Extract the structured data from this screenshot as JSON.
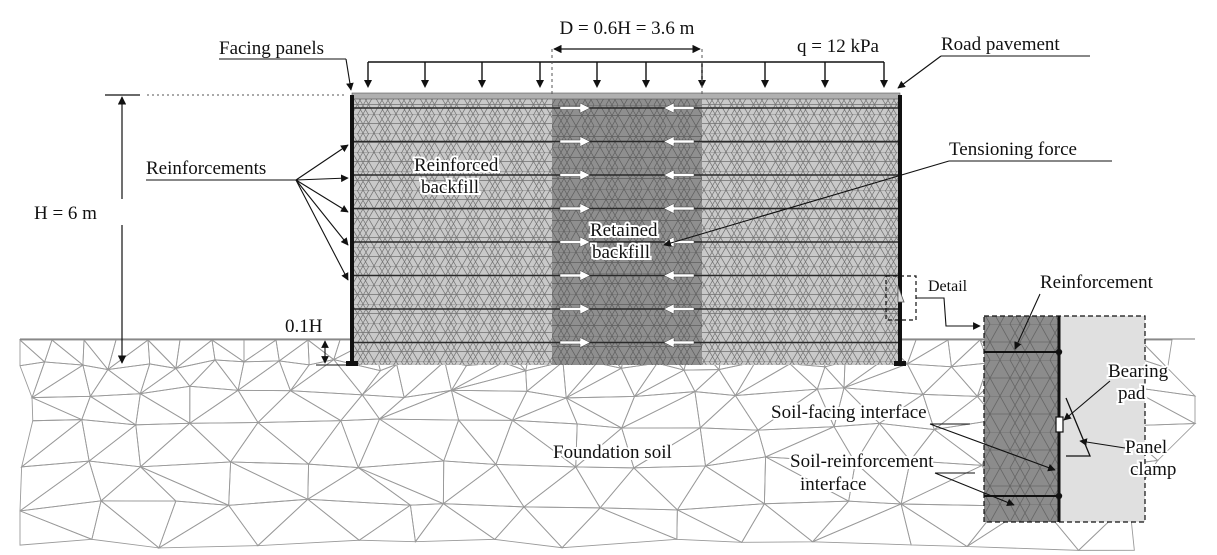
{
  "labels": {
    "dimension_width": "D = 0.6H = 3.6 m",
    "surcharge": "q = 12 kPa",
    "facing_panels": "Facing panels",
    "road_pavement": "Road pavement",
    "reinforcements": "Reinforcements",
    "reinforced_backfill_1": "Reinforced",
    "reinforced_backfill_2": "backfill",
    "tensioning_force": "Tensioning force",
    "height": "H = 6 m",
    "retained_backfill_1": "Retained",
    "retained_backfill_2": "backfill",
    "detail": "Detail",
    "reinforcement": "Reinforcement",
    "embedment": "0.1H",
    "bearing_pad_1": "Bearing",
    "bearing_pad_2": "pad",
    "soil_facing_interface": "Soil-facing interface",
    "panel_clamp_1": "Panel",
    "panel_clamp_2": "clamp",
    "foundation_soil": "Foundation soil",
    "soil_reinforcement_interface_1": "Soil-reinforcement",
    "soil_reinforcement_interface_2": "interface"
  },
  "colors": {
    "wall_fill": "#c9c9c9",
    "retained_fill": "#8f8f8f",
    "mesh_line": "#6a6a6a",
    "foundation_mesh": "#9a9a9a",
    "detail_soil": "#8c8c8c",
    "detail_panel": "#e0e0e0",
    "ink": "#111111"
  },
  "icons": {
    "surcharge_arrows": "down-arrow-icon",
    "tension_arrows": "white-arrow-icon"
  }
}
